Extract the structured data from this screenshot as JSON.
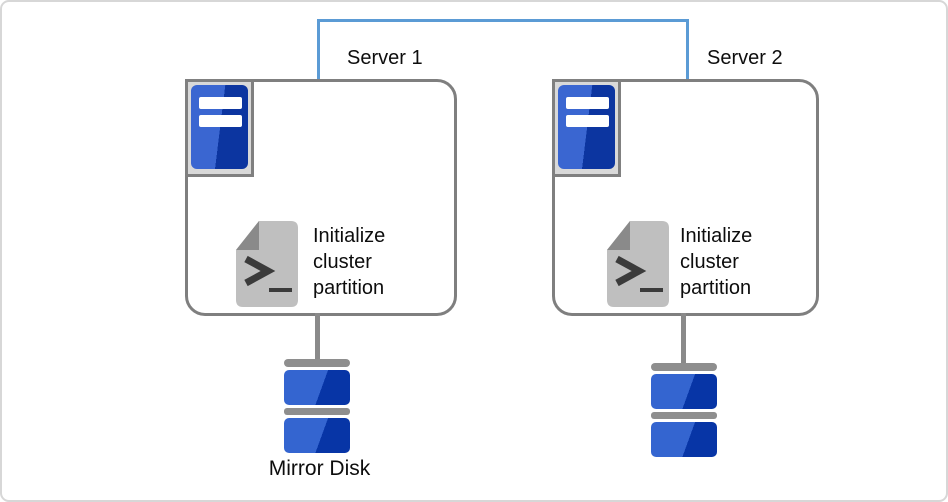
{
  "connector": {
    "type": "heartbeat-link",
    "color": "#5b9bd5"
  },
  "servers": [
    {
      "label": "Server 1",
      "action": "Initialize cluster partition"
    },
    {
      "label": "Server 2",
      "action": "Initialize cluster partition"
    }
  ],
  "disks": {
    "label": "Mirror Disk"
  },
  "icons": {
    "server_icon": "server-tower-icon",
    "script_icon": "terminal-script-document-icon",
    "disk_icon": "mirror-disk-stack-icon"
  },
  "colors": {
    "link_blue": "#5b9bd5",
    "box_border_gray": "#7f7f7f",
    "icon_blue_light": "#3a66d1",
    "icon_blue_dark": "#0c35a0",
    "document_gray": "#bfbfbf",
    "fold_gray": "#8a8a8a",
    "connector_gray": "#8a8a8a"
  }
}
